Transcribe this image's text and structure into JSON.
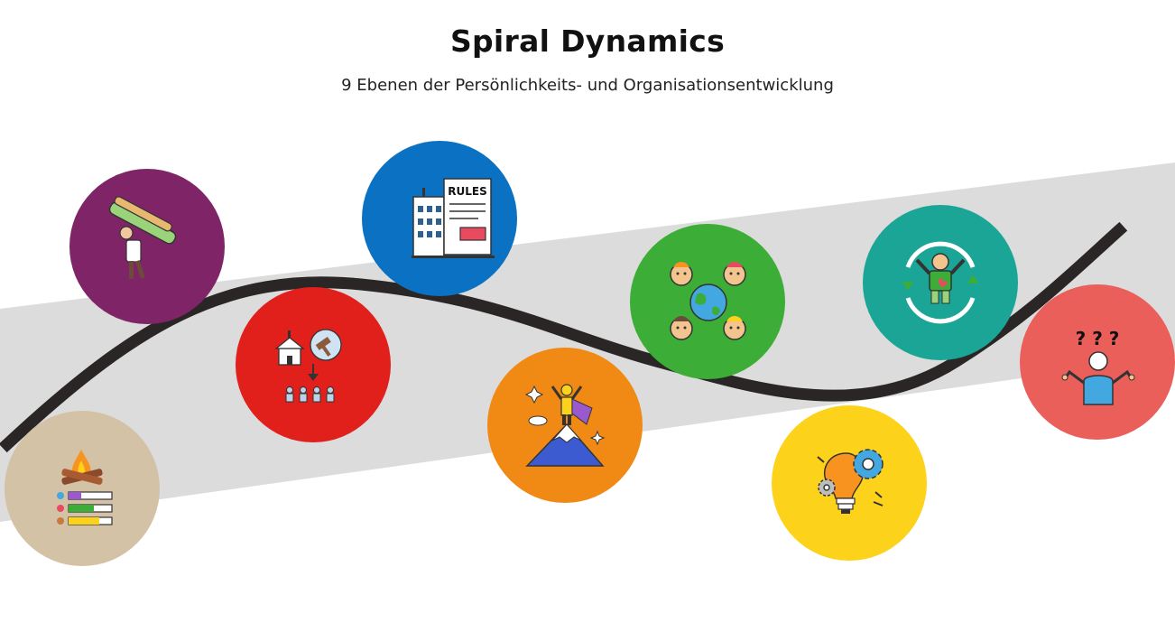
{
  "header": {
    "title": "Spiral Dynamics",
    "subtitle": "9 Ebenen der Persönlichkeits- und Organisationsentwicklung"
  },
  "colors": {
    "band": "#dcdcdc",
    "curve": "#2a2625",
    "beige": "#d3c2a5",
    "purple": "#7f2466",
    "red": "#e1201c",
    "blue": "#0b71c2",
    "orange": "#f08a14",
    "green": "#3cad36",
    "yellow": "#fdd21a",
    "turquoise": "#1aa596",
    "coral": "#ea5f5a"
  },
  "levels": [
    {
      "id": "beige",
      "icon": "campfire-survival-icon"
    },
    {
      "id": "purple",
      "icon": "carrying-burden-icon"
    },
    {
      "id": "red",
      "icon": "power-gavel-icon"
    },
    {
      "id": "blue",
      "icon": "rules-building-icon"
    },
    {
      "id": "orange",
      "icon": "mountain-summit-icon"
    },
    {
      "id": "green",
      "icon": "people-globe-icon"
    },
    {
      "id": "yellow",
      "icon": "lightbulb-gears-icon"
    },
    {
      "id": "turquoise",
      "icon": "holistic-person-icon"
    },
    {
      "id": "coral",
      "icon": "questioning-person-icon"
    }
  ],
  "icons": {
    "rules_sign": "RULES",
    "question_marks": "? ? ?"
  }
}
